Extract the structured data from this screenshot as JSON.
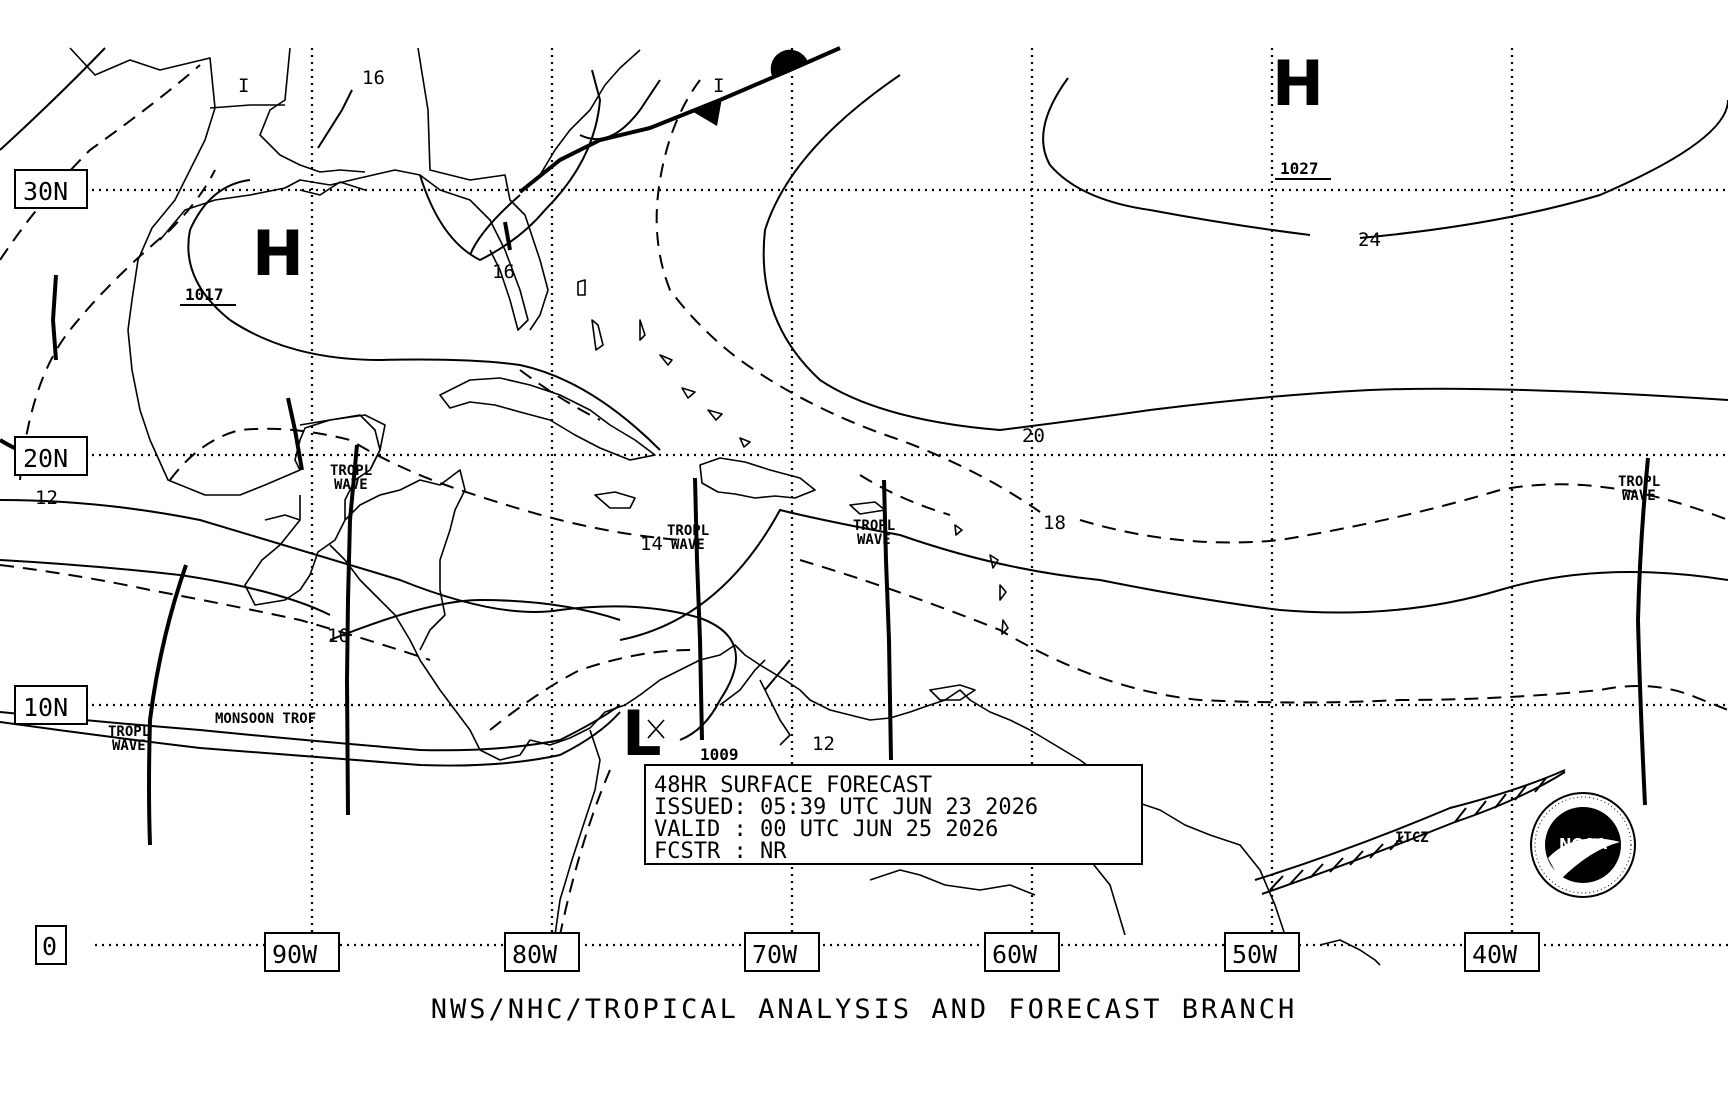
{
  "latitude_labels": [
    "30N",
    "20N",
    "10N",
    "0"
  ],
  "longitude_labels": [
    "90W",
    "80W",
    "70W",
    "60W",
    "50W",
    "40W"
  ],
  "highs": [
    {
      "label": "H",
      "pressure": "1017"
    },
    {
      "label": "H",
      "pressure": "1027"
    }
  ],
  "low": {
    "label": "L",
    "pressure": "1009"
  },
  "isobar_labels": [
    "16",
    "16",
    "24",
    "20",
    "18",
    "14",
    "12",
    "10",
    "12"
  ],
  "features": {
    "tropical_wave": "TROPL WAVE",
    "monsoon_trough": "MONSOON TROF",
    "itcz": "ITCZ",
    "front_mark": "I"
  },
  "info_box": {
    "line1": "48HR SURFACE FORECAST",
    "line2": "ISSUED: 05:39 UTC JUN 23 2026",
    "line3": "VALID : 00 UTC JUN 25 2026",
    "line4": "FCSTR : NR"
  },
  "logo_text": "NOAA",
  "footer": "NWS/NHC/TROPICAL ANALYSIS AND FORECAST BRANCH"
}
